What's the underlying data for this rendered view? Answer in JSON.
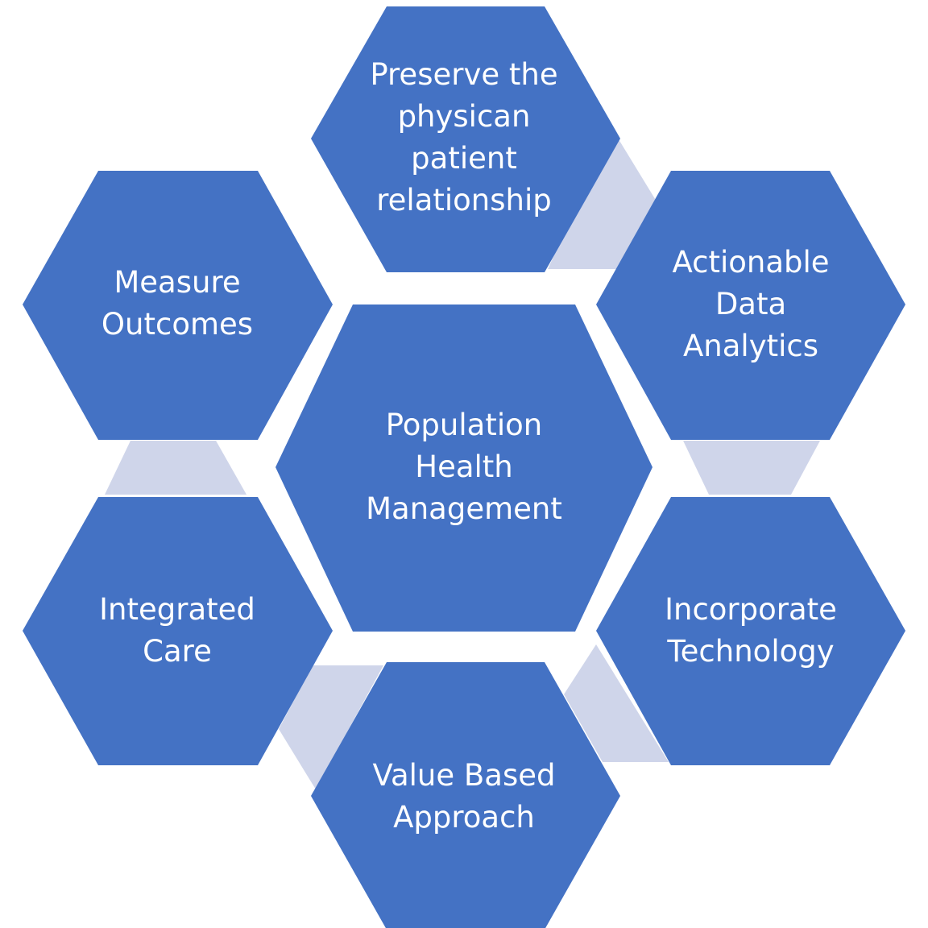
{
  "colors": {
    "hexagon": "#4472c4",
    "connector": "#cfd5ea",
    "text": "#ffffff"
  },
  "center": {
    "lines": [
      "Population",
      "Health",
      "Management"
    ]
  },
  "nodes": [
    {
      "id": "top",
      "lines": [
        "Preserve the",
        "physican",
        "patient",
        "relationship"
      ]
    },
    {
      "id": "right-upper",
      "lines": [
        "Actionable",
        "Data",
        "Analytics"
      ]
    },
    {
      "id": "right-lower",
      "lines": [
        "Incorporate",
        "Technology"
      ]
    },
    {
      "id": "bottom",
      "lines": [
        "Value Based",
        "Approach"
      ]
    },
    {
      "id": "left-lower",
      "lines": [
        "Integrated",
        "Care"
      ]
    },
    {
      "id": "left-upper",
      "lines": [
        "Measure",
        "Outcomes"
      ]
    }
  ]
}
